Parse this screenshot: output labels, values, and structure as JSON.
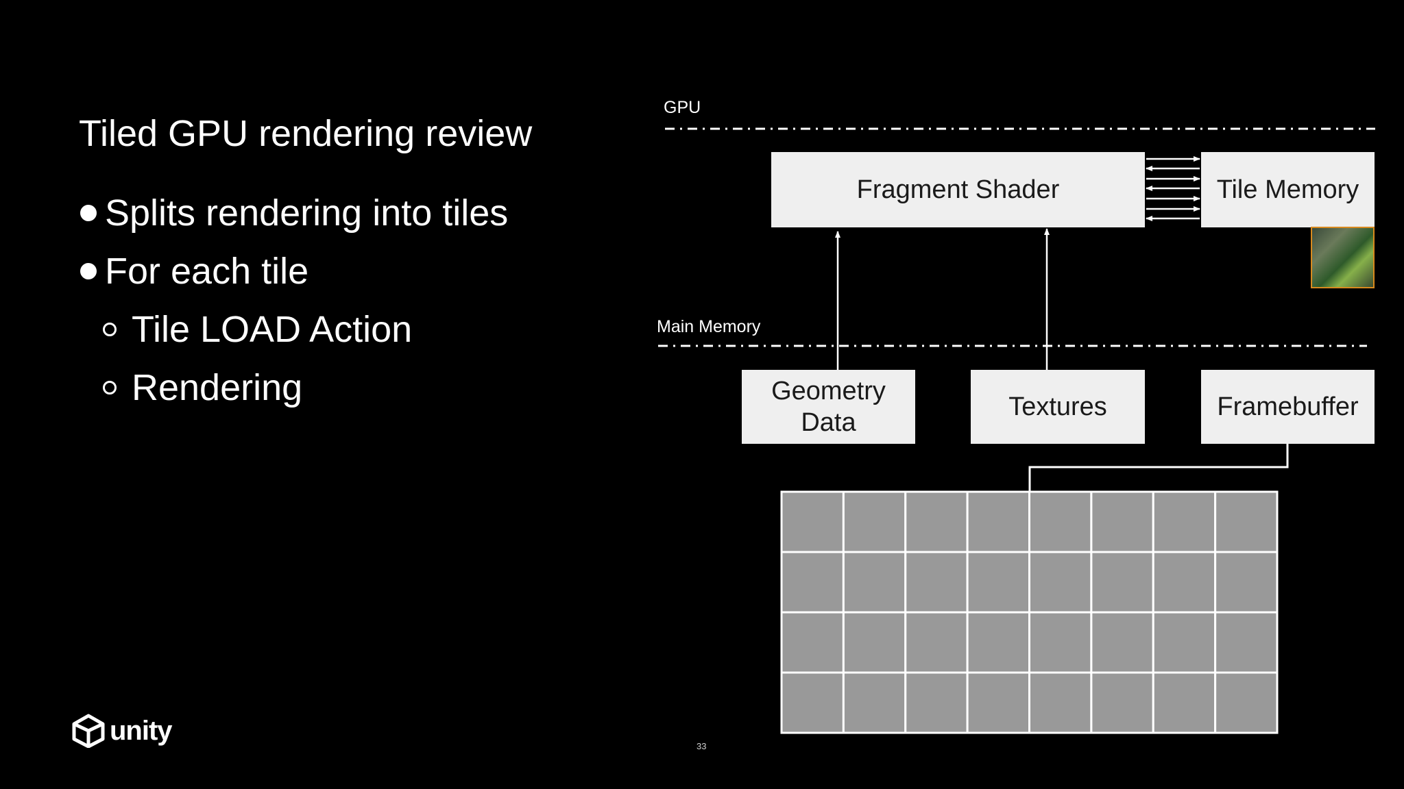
{
  "slide": {
    "title": "Tiled GPU rendering review",
    "bullets": [
      {
        "text": "Splits rendering into tiles",
        "level": 1
      },
      {
        "text": "For each tile",
        "level": 1
      },
      {
        "text": "Tile LOAD Action",
        "level": 2
      },
      {
        "text": "Rendering",
        "level": 2
      }
    ],
    "page_number": "33",
    "logo_text": "unity"
  },
  "diagram": {
    "gpu_label": "GPU",
    "main_memory_label": "Main Memory",
    "fragment_shader": "Fragment Shader",
    "tile_memory": "Tile Memory",
    "geometry_data_line1": "Geometry",
    "geometry_data_line2": "Data",
    "textures": "Textures",
    "framebuffer": "Framebuffer",
    "tile_grid": {
      "rows": 4,
      "cols": 8,
      "fill": "#999999",
      "line": "#ffffff"
    }
  }
}
